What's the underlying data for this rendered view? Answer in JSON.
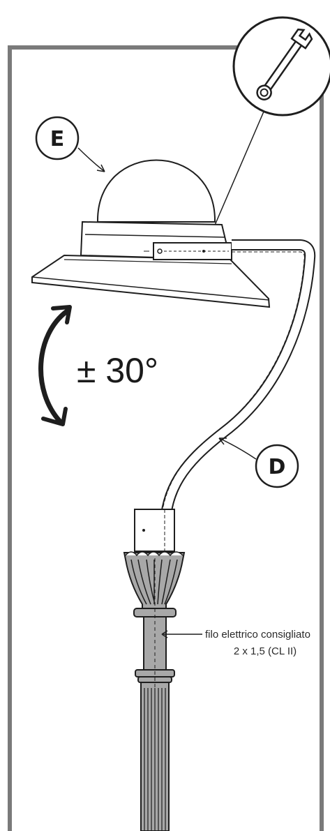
{
  "callouts": {
    "lamp": "E",
    "arm": "D"
  },
  "tool_icon": "wrench-icon",
  "rotation_label": "± 30°",
  "wire_note": {
    "line1": "filo elettrico consigliato",
    "line2": "2 x 1,5 (CL II)"
  },
  "colors": {
    "frame": "#7a7a7a",
    "pole": "#a8a8a8",
    "outline": "#1e1e1e"
  }
}
